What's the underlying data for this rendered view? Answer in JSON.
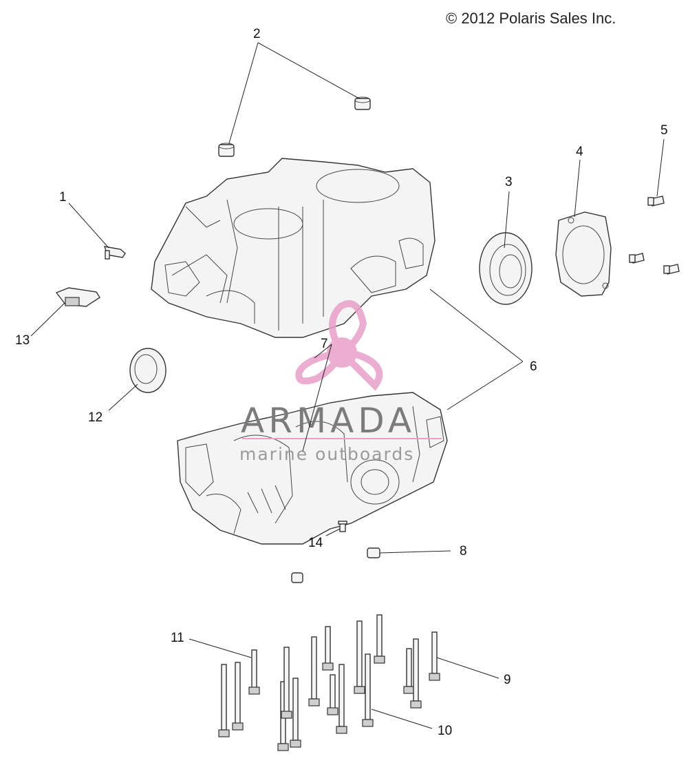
{
  "copyright": "© 2012 Polaris Sales Inc.",
  "watermark": {
    "brand": "ARMADA",
    "tagline": "marine outboards",
    "color": "#e8a0c8",
    "text_color": "#7b7b7b"
  },
  "callouts": {
    "c1": "1",
    "c2": "2",
    "c3": "3",
    "c4": "4",
    "c5": "5",
    "c6": "6",
    "c7": "7",
    "c8": "8",
    "c9": "9",
    "c10": "10",
    "c11": "11",
    "c12": "12",
    "c13": "13",
    "c14": "14"
  }
}
